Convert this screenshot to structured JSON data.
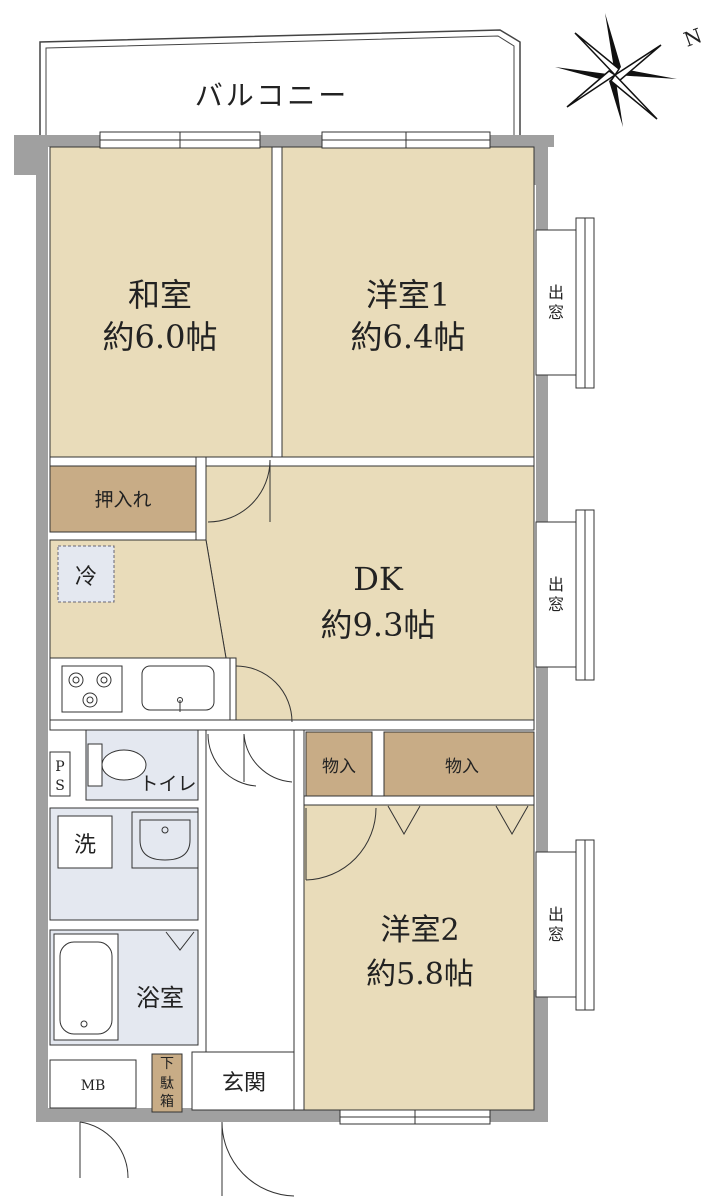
{
  "balcony": "バルコニー",
  "rooms": {
    "washitsu": {
      "name": "和室",
      "size": "約6.0帖"
    },
    "youshitsu1": {
      "name": "洋室1",
      "size": "約6.4帖"
    },
    "dk": {
      "name": "DK",
      "size": "約9.3帖"
    },
    "youshitsu2": {
      "name": "洋室2",
      "size": "約5.8帖"
    }
  },
  "labels": {
    "oshiire": "押入れ",
    "fridge": "冷",
    "storage_small": "物入",
    "storage_large": "物入",
    "toilet": "トイレ",
    "ps_p": "P",
    "ps_s": "S",
    "washer": "洗",
    "bath": "浴室",
    "mb": "MB",
    "getabako_1": "下",
    "getabako_2": "駄",
    "getabako_3": "箱",
    "entrance": "玄関",
    "bay_de": "出",
    "bay_mado": "窓"
  },
  "compass": {
    "north": "N"
  },
  "colors": {
    "room_fill": "#e9dcba",
    "storage_fill": "#c8ac86",
    "wet_fill": "#e4e8f0",
    "wall": "#a0a0a0",
    "line": "#333333"
  }
}
